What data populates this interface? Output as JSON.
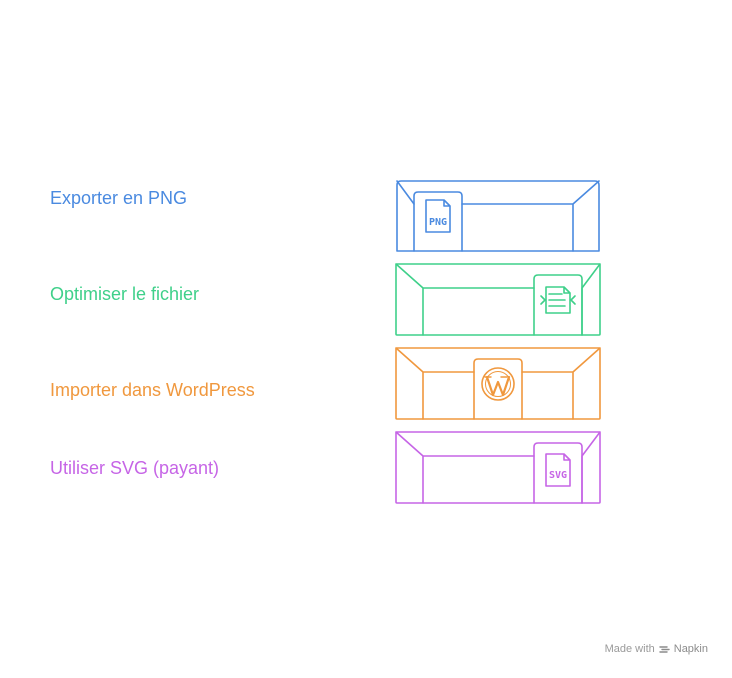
{
  "steps": [
    {
      "label": "Exporter en PNG",
      "color": "#4A8AE0",
      "icon": "png-file-icon",
      "icon_text": "PNG"
    },
    {
      "label": "Optimiser le fichier",
      "color": "#3FD08A",
      "icon": "compress-file-icon"
    },
    {
      "label": "Importer dans WordPress",
      "color": "#F0983E",
      "icon": "wordpress-icon"
    },
    {
      "label": "Utiliser SVG (payant)",
      "color": "#C665E6",
      "icon": "svg-file-icon",
      "icon_text": "SVG"
    }
  ],
  "footer": {
    "made_with": "Made with",
    "brand": "Napkin",
    "icon": "napkin-logo-icon"
  }
}
